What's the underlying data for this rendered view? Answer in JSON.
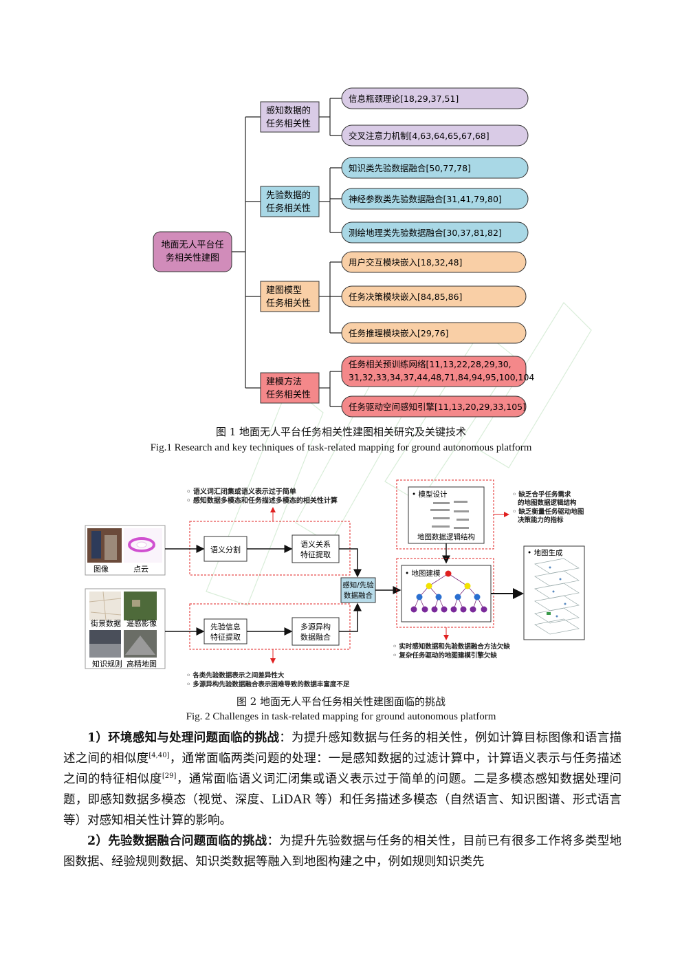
{
  "fig1": {
    "root": "地面无人平台任务相关性建图",
    "groups": [
      {
        "label": "感知数据的任务相关性",
        "color": "#d9cbe6",
        "leaves": [
          "信息瓶颈理论[18,29,37,51]",
          "交叉注意力机制[4,63,64,65,67,68]"
        ]
      },
      {
        "label": "先验数据的任务相关性",
        "color": "#a9d8e6",
        "leaves": [
          "知识类先验数据融合[50,77,78]",
          "神经参数类先验数据融合[31,41,79,80]",
          "测绘地理类先验数据融合[30,37,81,82]"
        ]
      },
      {
        "label": "建图模型任务相关性",
        "color": "#f9cfa6",
        "leaves": [
          "用户交互模块嵌入[18,32,48]",
          "任务决策模块嵌入[84,85,86]",
          "任务推理模块嵌入[29,76]"
        ]
      },
      {
        "label": "建模方法任务相关性",
        "color": "#f4888a",
        "leaves": [
          "任务相关预训练网络[11,13,22,28,29,30,31,32,33,34,37,44,48,71,84,94,95,100,104",
          "任务驱动空间感知引擎[11,13,20,29,33,105]"
        ]
      }
    ],
    "caption_cn": "图 1  地面无人平台任务相关性建图相关研究及关键技术",
    "caption_en": "Fig.1 Research and key techniques of task-related mapping for ground autonomous platform"
  },
  "fig2": {
    "notes_top": [
      "◦ 语义词汇闭集或语义表示过于简单",
      "◦ 感知数据多模态和任务描述多模态的相关性计算"
    ],
    "notes_right": [
      "◦ 缺乏合乎任务需求",
      "的地图数据逻辑结构",
      "◦ 缺乏衡量任务驱动地图",
      "决策能力的指标"
    ],
    "notes_bottom_mid": [
      "◦ 实时感知数据和先验数据融合方法欠缺",
      "◦ 复杂任务驱动的地图建模引擎欠缺"
    ],
    "notes_bottom_left": [
      "◦ 各类先验数据表示之间差异性大",
      "◦ 多源异构先验数据融合表示困难导致的数据丰富度不足"
    ],
    "img_labels": [
      "图像",
      "点云",
      "街景数据",
      "遥感影像",
      "知识规则",
      "高精地图"
    ],
    "box_seg": "语义分割",
    "box_rel": [
      "语义关系",
      "特征提取"
    ],
    "box_prior": [
      "先验信息",
      "特征提取"
    ],
    "box_multi": [
      "多源异构",
      "数据融合"
    ],
    "box_fusion": [
      "感知/先验",
      "数据融合"
    ],
    "model_design": "• 模型设计",
    "logic_struct": "地图数据逻辑结构",
    "map_build": "• 地图建模",
    "map_gen": "• 地图生成",
    "caption_cn": "图 2  地面无人平台任务相关性建图面临的挑战",
    "caption_en": "Fig. 2  Challenges in task-related mapping for ground autonomous platform"
  },
  "body": {
    "p1_bold": "1）环境感知与处理问题面临的挑战",
    "p1_a": "：为提升感知数据与任务的相关性，例如计算目标图像和语言描述之间的相似度",
    "p1_ref1": "[4,40]",
    "p1_b": "，通常面临两类问题的处理：一是感知数据的过滤计算中，计算语义表示与任务描述之间的特征相似度",
    "p1_ref2": "[29]",
    "p1_c": "，通常面临语义词汇闭集或语义表示过于简单的问题。二是多模态感知数据处理问题，即感知数据多模态（视觉、深度、LiDAR 等）和任务描述多模态（自然语言、知识图谱、形式语言等）对感知相关性计算的影响。",
    "p2_bold": "2）先验数据融合问题面临的挑战",
    "p2_a": "：为提升先验数据与任务的相关性，目前已有很多工作将多类型地图数据、经验规则数据、知识类数据等融入到地图构建之中，例如规则知识类先"
  }
}
